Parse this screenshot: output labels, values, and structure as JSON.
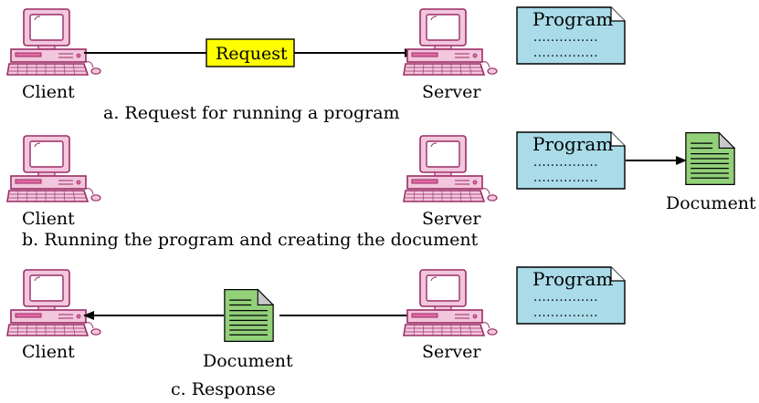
{
  "colors": {
    "pc_body": "#f2c6dc",
    "pc_outline": "#9a2c66",
    "pc_screen": "#ffffff",
    "pc_slot": "#e26aa3",
    "program_fill": "#a9dbe8",
    "document_fill": "#92d07a",
    "request_fill": "#ffff00",
    "line": "#000000"
  },
  "icons": [
    "computer-icon",
    "program-file-icon",
    "document-icon",
    "arrow-icon"
  ],
  "panels": [
    {
      "client_label": "Client",
      "server_label": "Server",
      "program_label": "Program",
      "program_dots": "...............",
      "request_label": "Request",
      "caption": "a. Request for running a program"
    },
    {
      "client_label": "Client",
      "server_label": "Server",
      "program_label": "Program",
      "program_dots": "...............",
      "document_label": "Document",
      "caption": "b. Running the program and creating the document"
    },
    {
      "client_label": "Client",
      "server_label": "Server",
      "program_label": "Program",
      "program_dots": "...............",
      "document_label": "Document",
      "caption": "c. Response"
    }
  ]
}
